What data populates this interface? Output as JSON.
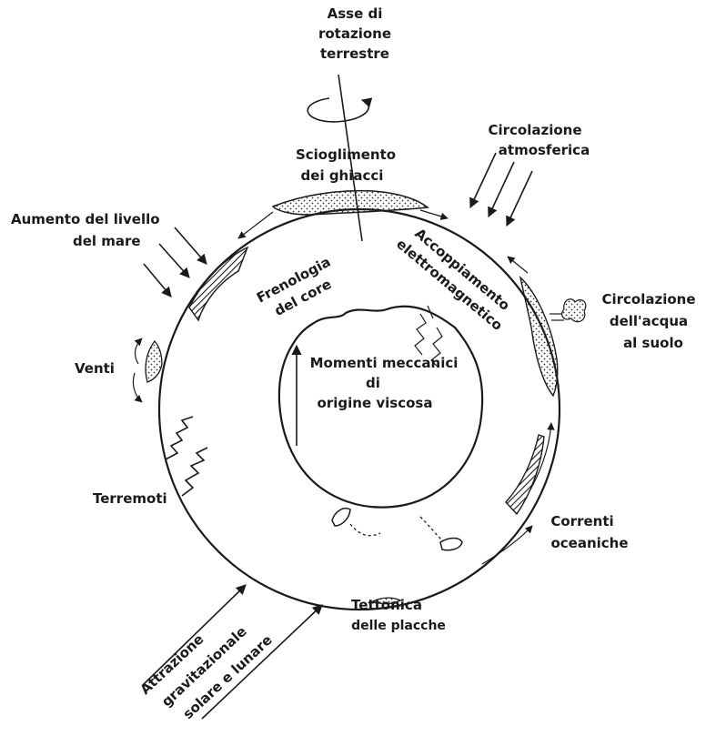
{
  "labels": {
    "asse": [
      "Asse di",
      "rotazione",
      "terrestre"
    ],
    "scioglimento": [
      "Scioglimento",
      "dei ghiacci"
    ],
    "circolazione_atm": [
      "Circolazione",
      "atmosferica"
    ],
    "aumento": [
      "Aumento del livello",
      "del mare"
    ],
    "frenologia": [
      "Frenologia",
      "del core"
    ],
    "accoppiamento": [
      "Accoppiamento",
      "elettromagnetico"
    ],
    "circolazione_acqua": [
      "Circolazione",
      "dell'acqua",
      "al suolo"
    ],
    "venti": "Venti",
    "momenti": [
      "Momenti meccanici",
      "di",
      "origine viscosa"
    ],
    "terremoti": "Terremoti",
    "correnti": [
      "Correnti",
      "oceaniche"
    ],
    "tettonica": [
      "Tettonica",
      "delle placche"
    ],
    "attrazione": [
      "Attrazione",
      "gravitazionale",
      "solare e lunare"
    ]
  }
}
